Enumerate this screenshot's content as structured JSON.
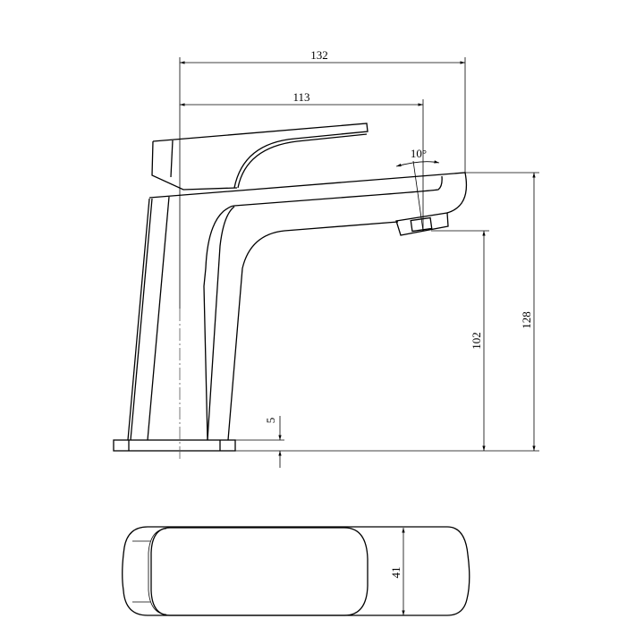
{
  "drawing": {
    "colors": {
      "line": "#000000",
      "background": "#ffffff"
    },
    "side_view": {
      "dimensions": {
        "overall_reach": "132",
        "spout_reach": "113",
        "spout_angle": "10°",
        "overall_height": "128",
        "spout_height": "102",
        "base_thickness": "5"
      }
    },
    "top_view": {
      "dimensions": {
        "width": "41"
      }
    }
  }
}
